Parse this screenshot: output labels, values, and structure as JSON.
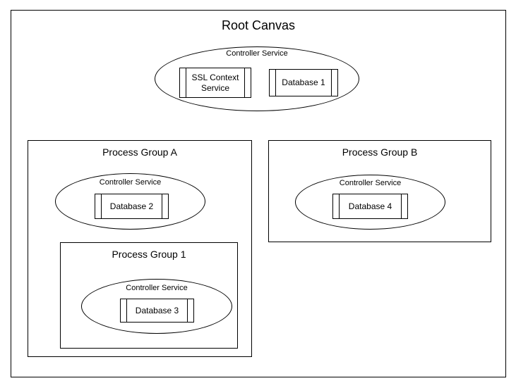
{
  "diagram": {
    "type": "nesting-scope-diagram",
    "root": {
      "label": "Root Canvas"
    },
    "root_controller_service": {
      "label": "Controller Service",
      "components": [
        {
          "label": "SSL Context\nService",
          "icon": "component-icon"
        },
        {
          "label": "Database 1",
          "icon": "database-icon"
        }
      ]
    },
    "process_group_a": {
      "label": "Process Group A",
      "controller_service": {
        "label": "Controller Service",
        "components": [
          {
            "label": "Database 2",
            "icon": "database-icon"
          }
        ]
      },
      "process_group_1": {
        "label": "Process Group 1",
        "controller_service": {
          "label": "Controller Service",
          "components": [
            {
              "label": "Database 3",
              "icon": "database-icon"
            }
          ]
        }
      }
    },
    "process_group_b": {
      "label": "Process Group B",
      "controller_service": {
        "label": "Controller Service",
        "components": [
          {
            "label": "Database 4",
            "icon": "database-icon"
          }
        ]
      }
    },
    "colors": {
      "stroke": "#000000",
      "background": "#ffffff",
      "text": "#000000"
    }
  }
}
